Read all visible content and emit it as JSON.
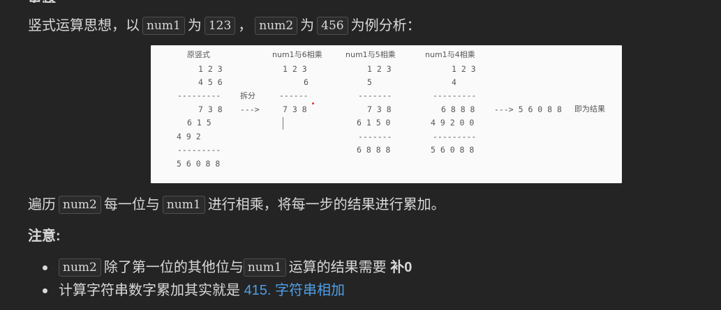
{
  "top_fragment": "思路",
  "intro": {
    "t1": "竖式运算思想，以",
    "c1": "num1",
    "t2": "为",
    "c2": "123",
    "t3": "，",
    "c3": "num2",
    "t4": "为",
    "c4": "456",
    "t5": "为例分析："
  },
  "figure": {
    "h_original": "原竖式",
    "h_mul6": "num1与6相乘",
    "h_mul5": "num1与5相乘",
    "h_mul4": "num1与4相乘",
    "split_label": "拆分",
    "arrow1": "--->",
    "arrow2": "---> 5 6 0 8 8",
    "result_label": "即为结果",
    "col1": [
      "1 2 3",
      "4 5 6",
      "---------",
      "7 3 8",
      "6 1 5",
      "4 9 2",
      "---------",
      "5 6 0 8 8"
    ],
    "col2": [
      "1 2 3",
      "6",
      "------",
      "7 3 8"
    ],
    "col3": [
      "1 2 3",
      "5",
      "-------",
      "7 3 8",
      "6 1 5 0",
      "-------",
      "6 8 8 8"
    ],
    "col4": [
      "1 2 3",
      "4",
      "---------",
      "6 8 8 8",
      "4 9 2 0 0",
      "---------",
      "5 6 0 8 8"
    ]
  },
  "traverse": {
    "t1": "遍历",
    "c1": "num2",
    "t2": "每一位与",
    "c2": "num1",
    "t3": "进行相乘，将每一步的结果进行累加。"
  },
  "note_title": "注意:",
  "notes": [
    {
      "code": "num2",
      "text": "除了第一位的其他位与",
      "code2": "num1",
      "text2": "运算的结果需要",
      "bold": "补0"
    },
    {
      "text": "计算字符串数字累加其实就是",
      "link": "415. 字符串相加"
    }
  ]
}
